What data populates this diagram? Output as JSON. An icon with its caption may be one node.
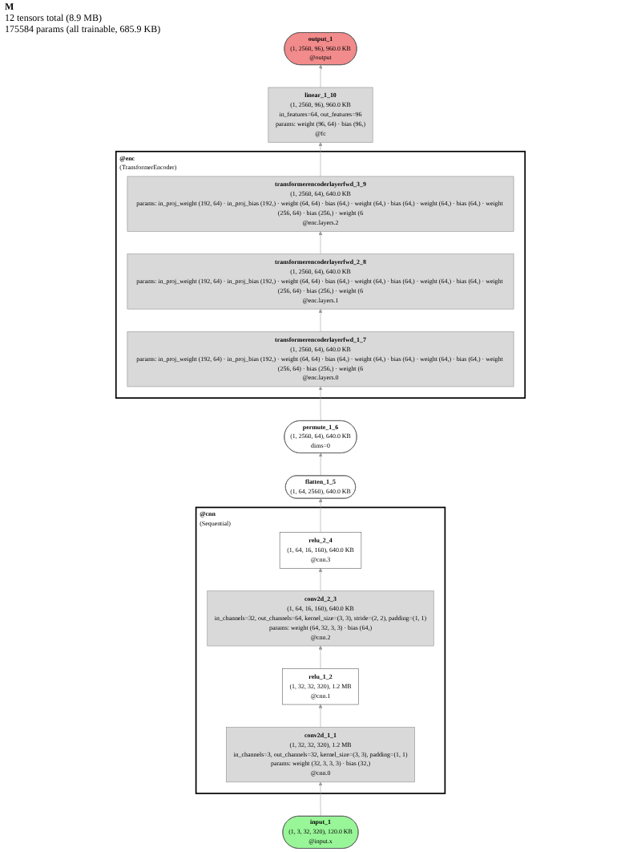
{
  "diagram": {
    "title": "M",
    "nodes": [
      {
        "text": [
          "output_1",
          "(1, 2560, 96), 960.0 KB",
          "@output"
        ]
      },
      {
        "text": [
          "linear_1_10",
          "(1, 2560, 96), 960.0 KB",
          "in_features=64, out_features=96",
          "params: weight (96, 64) · bias (96,)",
          "@fc"
        ]
      },
      {
        "text": [
          "@enc",
          "(TransformerEncoder)"
        ]
      },
      {
        "text": [
          "transformerencoderlayerfwd_3_9",
          "(1, 2560, 64), 640.0 KB",
          "params: in_proj_weight (192, 64) · in_proj_bias (192,) · weight (64, 64) · bias (64,) · weight (64,) · bias (64,) · weight (64,) · bias (64,) · weight (256, 64) · bias (256,) · weight (6",
          "@enc.layers.2"
        ],
        "in": 2
      },
      {
        "text": [
          "transformerencoderlayerfwd_2_8",
          "(1, 2560, 64), 640.0 KB",
          "params: in_proj_weight (192, 64) · in_proj_bias (192,) · weight (64, 64) · bias (64,) · weight (64,) · bias (64,) · weight (64,) · bias (64,) · weight (256, 64) · bias (256,) · weight (6",
          "@enc.layers.1"
        ],
        "in": 2
      },
      {
        "text": [
          "transformerencoderlayerfwd_1_7",
          "(1, 2560, 64), 640.0 KB",
          "params: in_proj_weight (192, 64) · in_proj_bias (192,) · weight (64, 64) · bias (64,) · weight (64,) · bias (64,) · weight (64,) · bias (64,) · weight (256, 64) · bias (256,) · weight (6",
          "@enc.layers.0"
        ],
        "in": 2
      },
      {
        "text": [
          "permute_1_6",
          "(1, 2560, 64), 640.0 KB",
          "dims=0"
        ]
      },
      {
        "text": [
          "flatten_1_5",
          "(1, 64, 2560), 640.0 KB"
        ]
      },
      {
        "text": [
          "@cnn",
          "(Sequential)"
        ]
      },
      {
        "text": [
          "relu_2_4",
          "(1, 64, 16, 160), 640.0 KB",
          "@cnn.3"
        ],
        "in": 8
      },
      {
        "text": [
          "conv2d_2_3",
          "(1, 64, 16, 160), 640.0 KB",
          "in_channels=32, out_channels=64, kernel_size=(3, 3), stride=(2, 2), padding=(1, 1)",
          "params: weight (64, 32, 3, 3) · bias (64,)",
          "@cnn.2"
        ],
        "in": 8
      },
      {
        "text": [
          "relu_1_2",
          "(1, 32, 32, 320), 1.2 MB",
          "@cnn.1"
        ],
        "in": 8
      },
      {
        "text": [
          "conv2d_1_1",
          "(1, 32, 32, 320), 1.2 MB",
          "in_channels=3, out_channels=32, kernel_size=(3, 3), padding=(1, 1)",
          "params: weight (32, 3, 3, 3) · bias (32,)",
          "@cnn.0"
        ],
        "in": 8
      },
      {
        "text": [
          "input_1",
          "(1, 3, 32, 320), 120.0 KB",
          "@input.x"
        ]
      }
    ],
    "edges": [
      {
        "from": 13,
        "to": 12,
        "arrow": "to"
      },
      {
        "from": 12,
        "to": 11,
        "arrow": "to"
      },
      {
        "from": 11,
        "to": 10,
        "arrow": "to"
      },
      {
        "from": 10,
        "to": 9,
        "arrow": "to"
      },
      {
        "from": 9,
        "to": 7,
        "arrow": "to"
      },
      {
        "from": 7,
        "to": 6,
        "arrow": "to"
      },
      {
        "from": 6,
        "to": 5,
        "arrow": "to"
      },
      {
        "from": 5,
        "to": 4,
        "arrow": "to"
      },
      {
        "from": 4,
        "to": 3,
        "arrow": "to"
      },
      {
        "from": 3,
        "to": 1,
        "arrow": "to"
      },
      {
        "from": 1,
        "to": 0,
        "arrow": "to"
      }
    ],
    "labels": [
      "12 tensors total (8.9 MB)",
      "175584 params (all trainable, 685.9 KB)"
    ]
  }
}
